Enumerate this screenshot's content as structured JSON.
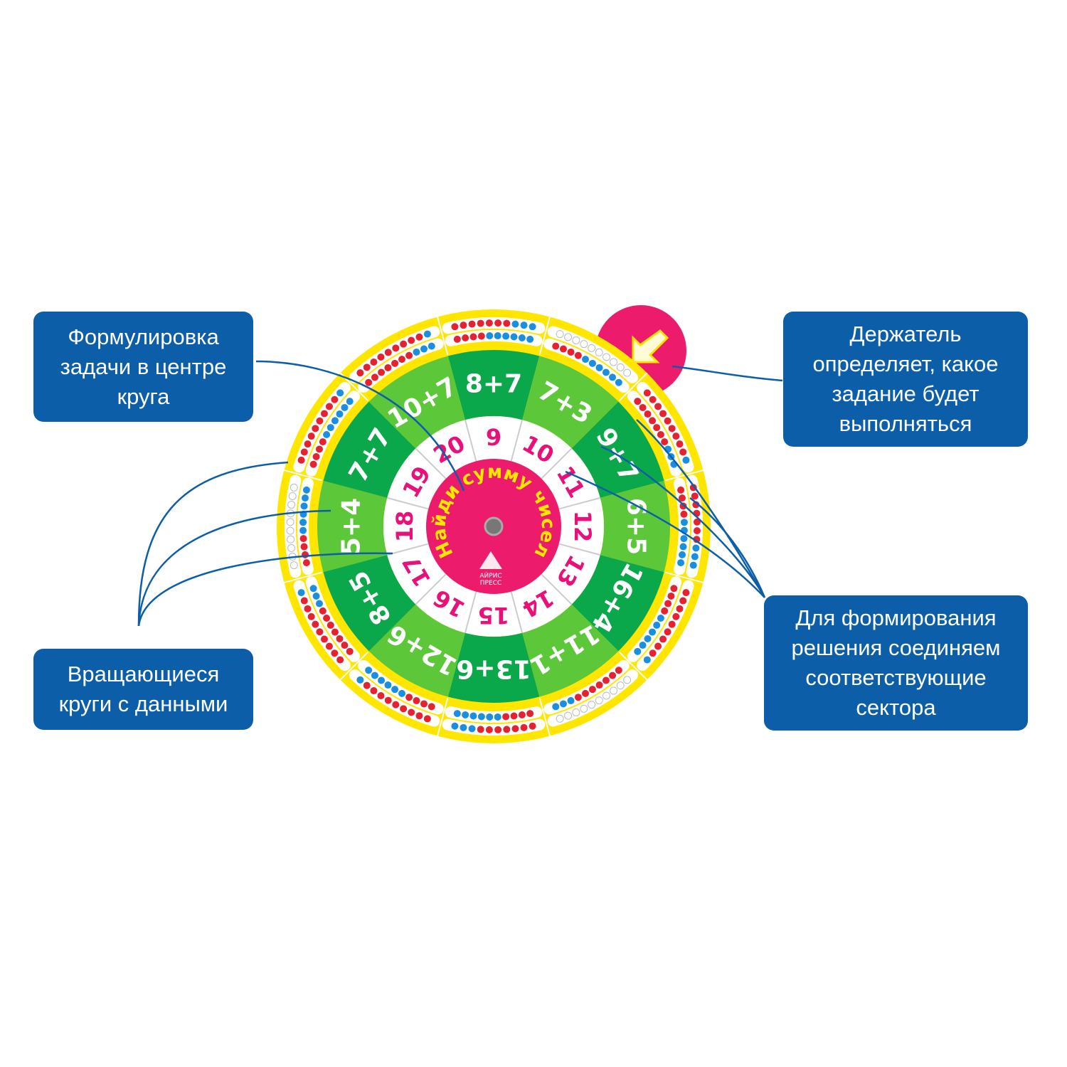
{
  "wheel": {
    "title": "Найди сумму чисел",
    "logo_line1": "АЙРИС",
    "logo_line2": "ПРЕСС",
    "expressions": [
      "8+7",
      "7+3",
      "9+7",
      "6+5",
      "16+4",
      "11+1",
      "13+6",
      "12+6",
      "8+5",
      "5+4",
      "7+7",
      "10+7"
    ],
    "numbers": [
      "9",
      "10",
      "11",
      "12",
      "13",
      "14",
      "15",
      "16",
      "17",
      "18",
      "19",
      "20"
    ],
    "holder_icon": "arrow-down-left-icon",
    "colors": {
      "outer_ring": "#ffe600",
      "green_dark": "#0aa84a",
      "green_light": "#5cc739",
      "center": "#ec1b6b",
      "numbers_text": "#e8117a",
      "title_text": "#ffe600",
      "bead_red": "#e52330",
      "bead_blue": "#1a8fe0",
      "callout_bg": "#0d5ea9",
      "leader_line": "#0d5ea9"
    }
  },
  "callouts": {
    "task": [
      "Формулировка",
      "задачи в центре",
      "круга"
    ],
    "holder": [
      "Держатель",
      "определяет, какое",
      "задание будет",
      "выполняться"
    ],
    "rotating": [
      "Вращающиеся",
      "круги с данными"
    ],
    "solution": [
      "Для формирования",
      "решения соединяем",
      "соответствующие",
      "сектора"
    ]
  }
}
